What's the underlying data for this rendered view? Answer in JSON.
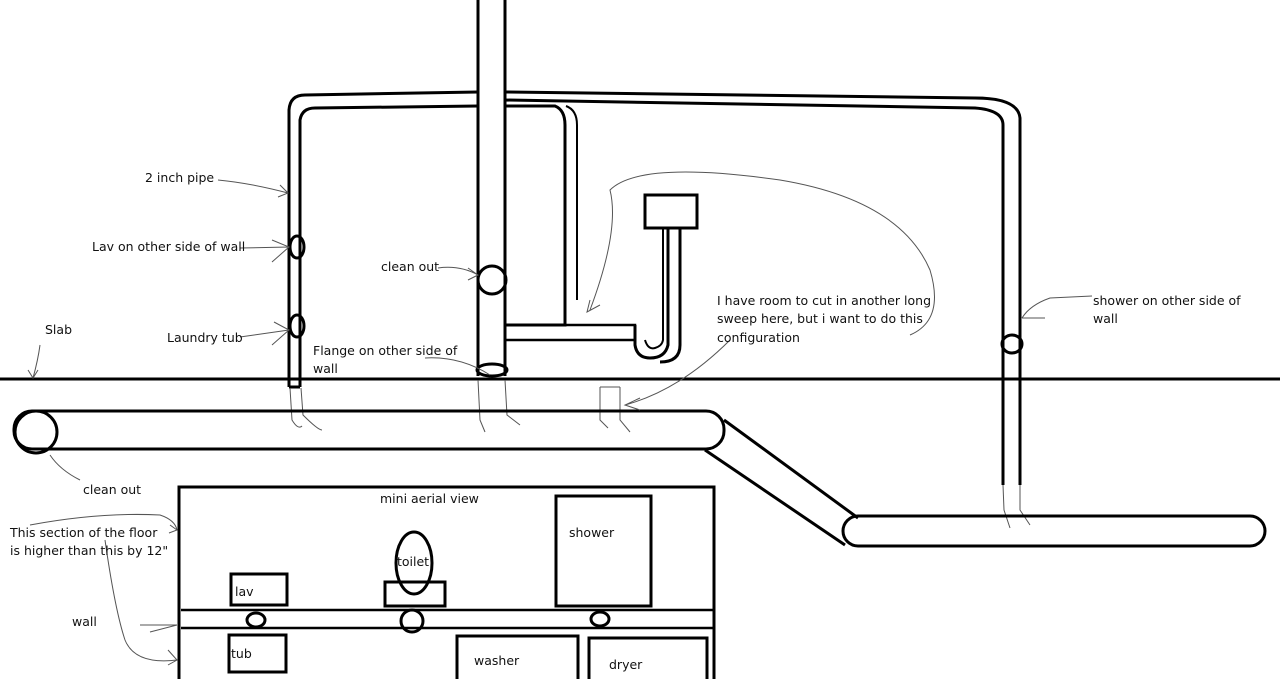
{
  "labels": {
    "two_inch_pipe": "2 inch pipe",
    "lav_other_side": "Lav on other side of wall",
    "laundry_tub": "Laundry tub",
    "slab": "Slab",
    "clean_out_stack": "clean out",
    "flange_line1": "Flange on other side of",
    "flange_line2": "wall",
    "note_line1": "I have room to cut in another long",
    "note_line2": "sweep here, but i want to do this",
    "note_line3": "configuration",
    "shower_line1": "shower on other side of",
    "shower_line2": "wall",
    "clean_out_bottom": "clean out",
    "floor_line1": "This section of the floor",
    "floor_line2": "is higher than this by 12\"",
    "wall": "wall"
  },
  "aerial": {
    "title": "mini aerial view",
    "lav": "lav",
    "toilet": "toilet",
    "shower": "shower",
    "tub": "tub",
    "washer": "washer",
    "dryer": "dryer"
  }
}
